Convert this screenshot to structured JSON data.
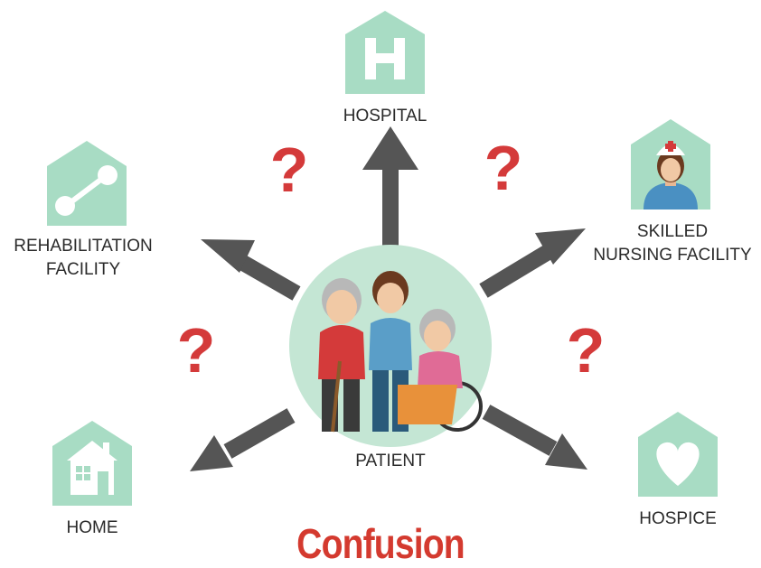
{
  "center": {
    "label": "PATIENT"
  },
  "destinations": {
    "hospital": {
      "label": "HOSPITAL",
      "icon": "hospital-h-icon"
    },
    "rehab": {
      "label_line1": "REHABILITATION",
      "label_line2": "FACILITY",
      "icon": "dumbbell-icon"
    },
    "snf": {
      "label_line1": "SKILLED",
      "label_line2": "NURSING FACILITY",
      "icon": "nurse-icon"
    },
    "home": {
      "label": "HOME",
      "icon": "house-icon"
    },
    "hospice": {
      "label": "HOSPICE",
      "icon": "heart-icon"
    }
  },
  "question_mark": "?",
  "title": "Confusion",
  "colors": {
    "mint": "#a8dcc4",
    "arrow": "#555555",
    "question": "#d43a3a",
    "title": "#d43a2f"
  }
}
